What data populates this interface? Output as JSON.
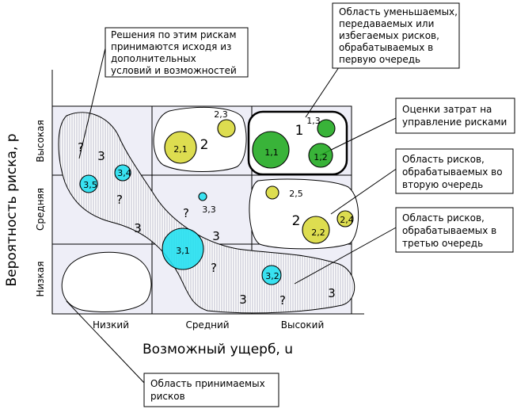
{
  "axes": {
    "y_title": "Вероятность риска, р",
    "x_title": "Возможный ущерб, u",
    "y_categories": [
      "Высокая",
      "Средняя",
      "Низкая"
    ],
    "x_categories": [
      "Низкий",
      "Средний",
      "Высокий"
    ]
  },
  "callouts": {
    "top_left": [
      "Решения по этим рискам",
      "принимаются исходя из",
      "дополнительных",
      "условий и возможностей"
    ],
    "top_right": [
      "Область уменьшаемых,",
      "передаваемых или",
      "избегаемых рисков,",
      "обрабатываемых в",
      "первую очередь"
    ],
    "cost": [
      "Оценки затрат на",
      "управление  рисками"
    ],
    "second": [
      "Область рисков,",
      "обрабатываемых во",
      "вторую очередь"
    ],
    "third": [
      "Область рисков,",
      "обрабатываемых в",
      "третью очередь"
    ],
    "accepted": [
      "Область принимаемых",
      "рисков"
    ]
  },
  "zones": {
    "priority_1": "1",
    "priority_2": "2",
    "priority_2_mid": "2",
    "priority_3_a": "3",
    "priority_3_b": "3",
    "priority_3_c": "3",
    "priority_3_d": "3",
    "priority_3_e": "3"
  },
  "unknown_mark": "?",
  "circles": [
    {
      "label": "1,1",
      "color": "#1ea81e"
    },
    {
      "label": "1,2",
      "color": "#1ea81e"
    },
    {
      "label": "1,3",
      "color": "#1ea81e"
    },
    {
      "label": "2,1",
      "color": "#d8d838"
    },
    {
      "label": "2,2",
      "color": "#d8d838"
    },
    {
      "label": "2,3",
      "color": "#d8d838"
    },
    {
      "label": "2,4",
      "color": "#d8d838"
    },
    {
      "label": "2,5",
      "color": "#d8d838"
    },
    {
      "label": "3,1",
      "color": "#20e0f0"
    },
    {
      "label": "3,2",
      "color": "#20e0f0"
    },
    {
      "label": "3,3",
      "color": "#20e0f0"
    },
    {
      "label": "3,4",
      "color": "#20e0f0"
    },
    {
      "label": "3,5",
      "color": "#20e0f0"
    }
  ]
}
